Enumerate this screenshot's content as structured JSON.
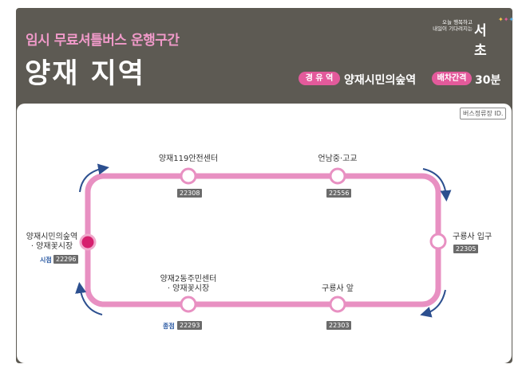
{
  "header": {
    "subtitle": "임시 무료셔틀버스 운행구간",
    "title": "양재 지역",
    "via_label": "경 유 역",
    "via_value": "양재시민의숲역",
    "interval_label": "배차간격",
    "interval_value": "30분"
  },
  "logo": {
    "line1": "오늘 행복하고",
    "line2": "내일이 기다려지는",
    "brand": "서초"
  },
  "legend_tag": "버스정류장 ID.",
  "stops": [
    {
      "name_line1": "양재시민의숲역",
      "name_line2": "· 양재꽃시장",
      "id": "22296",
      "tag": "시점"
    },
    {
      "name_line1": "양재119안전센터",
      "name_line2": "",
      "id": "22308",
      "tag": ""
    },
    {
      "name_line1": "언남중·고교",
      "name_line2": "",
      "id": "22556",
      "tag": ""
    },
    {
      "name_line1": "구룡사 입구",
      "name_line2": "",
      "id": "22305",
      "tag": ""
    },
    {
      "name_line1": "구룡사 앞",
      "name_line2": "",
      "id": "22303",
      "tag": ""
    },
    {
      "name_line1": "양재2동주민센터",
      "name_line2": "· 양재꽃시장",
      "id": "22293",
      "tag": "종점"
    }
  ],
  "colors": {
    "card": "#5d5a53",
    "route": "#e890c2",
    "accent": "#e35a9b",
    "start_stop": "#d61f6e",
    "arrow": "#2c4f8f"
  }
}
